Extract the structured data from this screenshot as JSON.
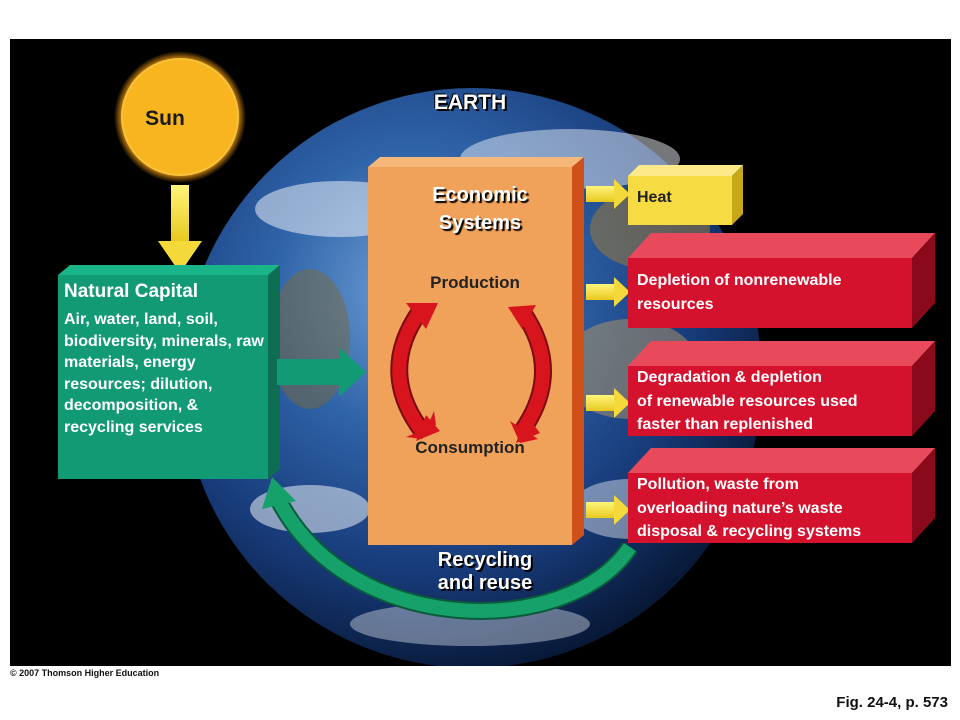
{
  "diagram": {
    "title": "EARTH",
    "sun_label": "Sun",
    "natural_capital": {
      "title": "Natural Capital",
      "body": "Air, water, land, soil, biodiversity, minerals, raw materials, energy resources; dilution, decomposition, & recycling services"
    },
    "economic_systems": {
      "title_line1": "Economic",
      "title_line2": "Systems",
      "production": "Production",
      "consumption": "Consumption"
    },
    "outputs": {
      "heat": "Heat",
      "depletion_l1": "Depletion of nonrenewable",
      "depletion_l2": "resources",
      "degradation_l1": "Degradation & depletion",
      "degradation_l2": "of renewable resources used",
      "degradation_l3": "faster than replenished",
      "pollution_l1": "Pollution, waste from",
      "pollution_l2": "overloading nature’s waste",
      "pollution_l3": "disposal & recycling systems"
    },
    "recycling_l1": "Recycling",
    "recycling_l2": "and reuse"
  },
  "footer": {
    "copyright": "© 2007 Thomson Higher Education",
    "figure_ref": "Fig. 24-4, p. 573"
  },
  "colors": {
    "background": "#000000",
    "sun": "#f5b21c",
    "natural_capital": "#119a74",
    "economic_box": "#f0a25a",
    "cycle_arrows": "#d8141c",
    "output_red": "#d4122e",
    "heat_yellow": "#f6dc42",
    "recycling_arrow": "#16a06a"
  }
}
